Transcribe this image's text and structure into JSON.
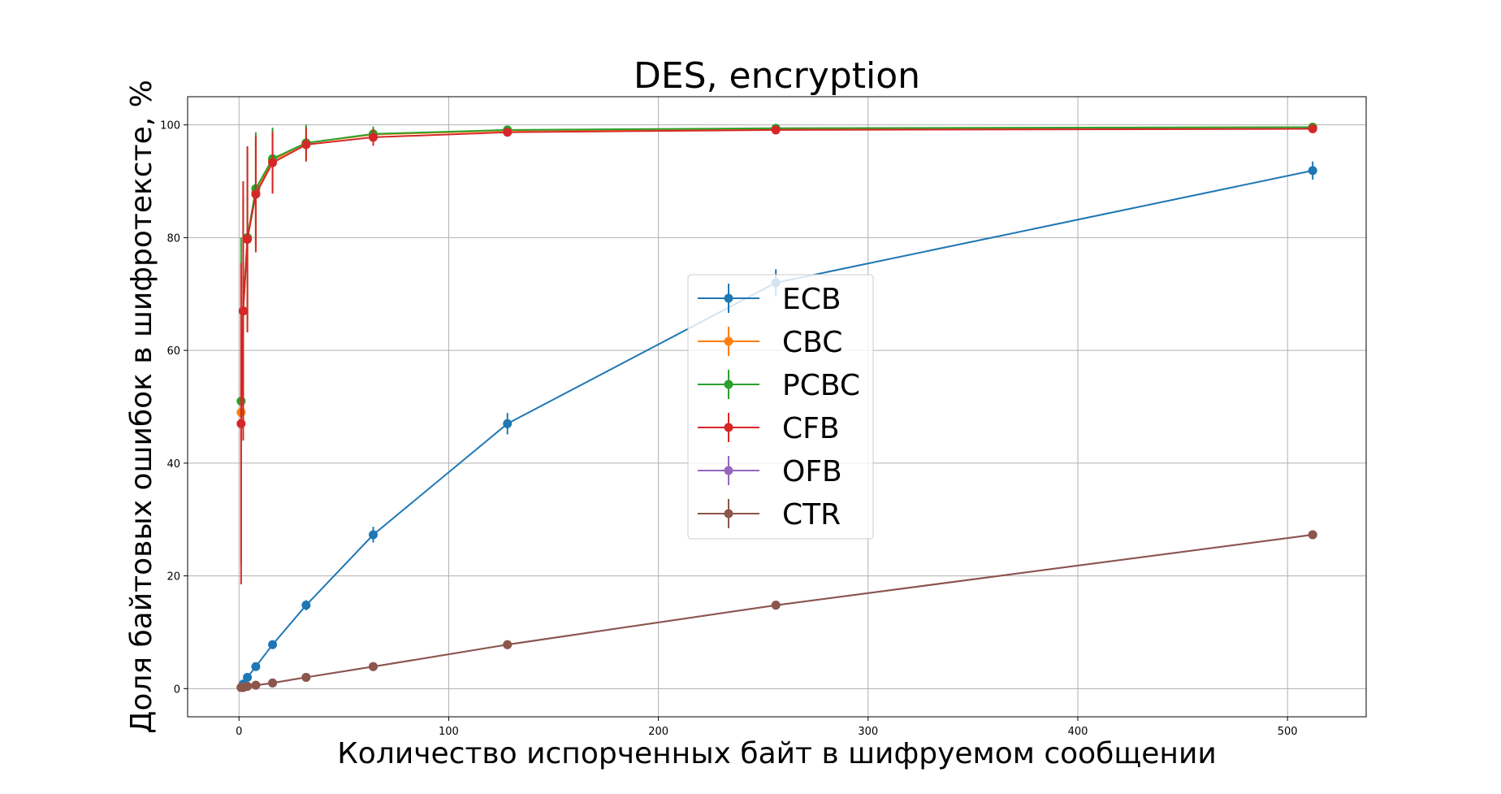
{
  "chart_data": {
    "type": "line",
    "title": "DES, encryption",
    "xlabel": "Количество испорченных байт в шифруемом сообщении",
    "ylabel": "Доля байтовых ошибок в шифротексте, %",
    "xlim": [
      -24.5,
      537.5
    ],
    "ylim": [
      -5,
      105
    ],
    "xticks": [
      0,
      100,
      200,
      300,
      400,
      500
    ],
    "yticks": [
      0,
      20,
      40,
      60,
      80,
      100
    ],
    "grid": true,
    "legend_position": "center",
    "x": [
      1,
      2,
      4,
      8,
      16,
      32,
      64,
      128,
      256,
      512
    ],
    "series": [
      {
        "name": "ECB",
        "color": "#1f77b4",
        "values": [
          0.2,
          0.8,
          2.0,
          3.9,
          7.8,
          14.8,
          27.3,
          47.0,
          72.0,
          91.9
        ],
        "errors": [
          0.1,
          0.3,
          0.4,
          0.6,
          0.7,
          0.9,
          1.4,
          1.9,
          2.4,
          1.6
        ]
      },
      {
        "name": "CBC",
        "color": "#ff7f0e",
        "values": [
          49.0,
          67.0,
          80.0,
          88.0,
          93.7,
          96.8,
          98.3,
          99.0,
          99.3,
          99.6
        ],
        "errors": [
          5.0,
          3.5,
          16.0,
          9.5,
          5.5,
          3.0,
          1.2,
          0.5,
          0.3,
          0.2
        ]
      },
      {
        "name": "PCBC",
        "color": "#2ca02c",
        "values": [
          51.0,
          67.0,
          80.0,
          88.7,
          94.0,
          96.8,
          98.4,
          99.1,
          99.4,
          99.6
        ],
        "errors": [
          29.0,
          20.0,
          15.0,
          10.0,
          5.5,
          3.2,
          1.3,
          0.5,
          0.3,
          0.2
        ]
      },
      {
        "name": "CFB",
        "color": "#d62728",
        "values": [
          47.0,
          67.0,
          79.7,
          87.7,
          93.3,
          96.5,
          97.8,
          98.7,
          99.1,
          99.3
        ],
        "errors": [
          28.5,
          23.0,
          16.5,
          10.3,
          5.5,
          3.0,
          1.5,
          0.6,
          0.3,
          0.2
        ]
      },
      {
        "name": "OFB",
        "color": "#9467bd",
        "values": [
          0.2,
          0.2,
          0.4,
          0.6,
          1.0,
          2.0,
          3.9,
          7.8,
          14.8,
          27.3
        ],
        "errors": [
          0.1,
          0.1,
          0.1,
          0.1,
          0.1,
          0.1,
          0.1,
          0.1,
          0.1,
          0.1
        ]
      },
      {
        "name": "CTR",
        "color": "#8c564b",
        "values": [
          0.2,
          0.2,
          0.4,
          0.6,
          1.0,
          2.0,
          3.9,
          7.8,
          14.8,
          27.3
        ],
        "errors": [
          0.1,
          0.1,
          0.1,
          0.1,
          0.1,
          0.1,
          0.1,
          0.1,
          0.1,
          0.1
        ]
      }
    ]
  }
}
